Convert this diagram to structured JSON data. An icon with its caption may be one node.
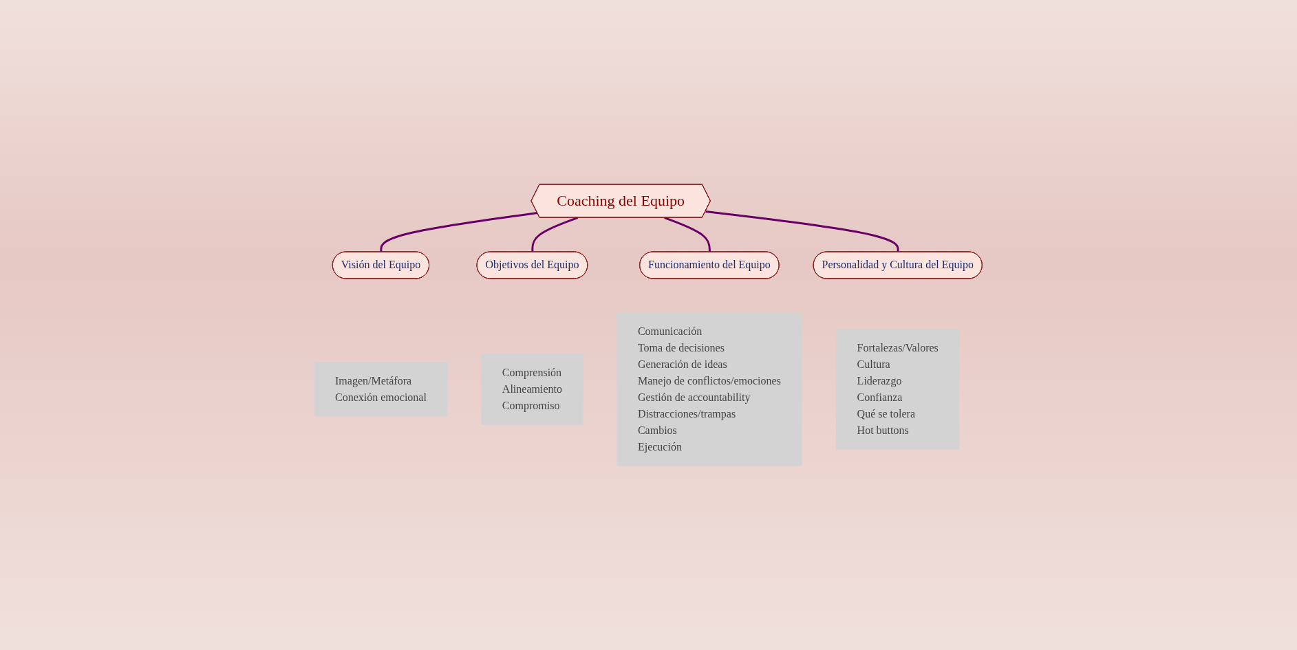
{
  "diagram": {
    "nodes": [
      {
        "text": [
          "Imagen/Metáfora",
          "Conexión emocional"
        ]
      },
      {
        "text": [
          "Visión del Equipo"
        ]
      },
      {
        "text": [
          "Objetivos del Equipo"
        ]
      },
      {
        "text": [
          "Comprensión",
          "Alineamiento",
          "Compromiso"
        ]
      },
      {
        "text": [
          "Coaching del Equipo"
        ]
      },
      {
        "text": [
          "Funcionamiento del Equipo"
        ]
      },
      {
        "text": [
          "Personalidad y Cultura del Equipo"
        ]
      },
      {
        "text": [
          "Comunicación",
          "Toma de decisiones",
          "Generación de ideas",
          "Manejo de conflictos/emociones",
          "Gestión de accountability",
          "Distracciones/trampas",
          "Cambios",
          "Ejecución"
        ]
      },
      {
        "text": [
          "Fortalezas/Valores",
          "Cultura",
          "Liderazgo",
          "Confianza",
          "Qué se tolera",
          "Hot buttons"
        ]
      }
    ],
    "edges": [
      {
        "from": 4,
        "to": 1,
        "arrow": "none"
      },
      {
        "from": 4,
        "to": 2,
        "arrow": "none"
      },
      {
        "from": 4,
        "to": 5,
        "arrow": "none"
      },
      {
        "from": 4,
        "to": 6,
        "arrow": "none"
      }
    ]
  }
}
